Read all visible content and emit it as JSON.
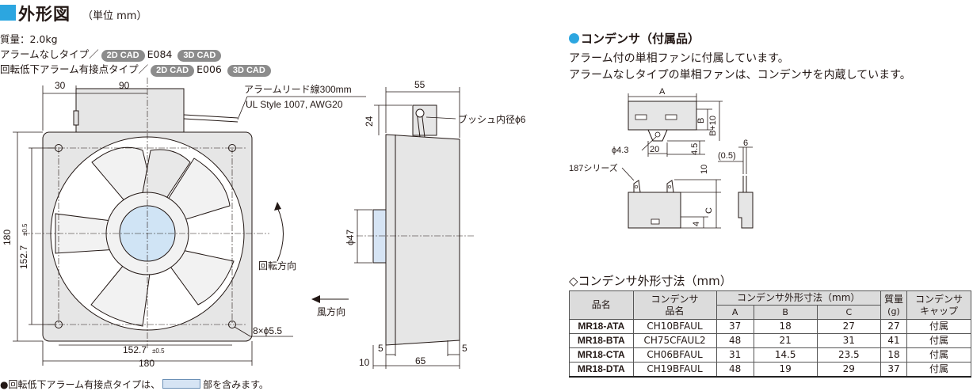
{
  "header": {
    "title": "外形図",
    "unit": "（単位 mm）"
  },
  "info": {
    "mass": "質量：2.0kg",
    "no_alarm_label": "アラームなしタイプ／",
    "no_alarm_code": "E084",
    "alarm_contact_label": "回転低下アラーム有接点タイプ／",
    "alarm_contact_code": "E006",
    "cad_2d": "2D CAD",
    "cad_3d": "3D CAD"
  },
  "front_view": {
    "dim_30": "30",
    "dim_90": "90",
    "dim_180_h": "180",
    "dim_180_v": "180",
    "dim_1527_v": "152.7",
    "dim_1527_h": "152.7",
    "tol": "±0.5",
    "holes": "8×ϕ5.5",
    "lead": "アラームリード線300mm",
    "lead_spec": "UL Style 1007, AWG20",
    "rotation": "回転方向"
  },
  "side_view": {
    "dim_55": "55",
    "dim_24": "24",
    "dim_47": "ϕ47",
    "dim_65": "65",
    "dim_5a": "5",
    "dim_5b": "5",
    "dim_10": "10",
    "bushing": "ブッシュ内径ϕ6",
    "airflow": "風方向"
  },
  "note": {
    "pre": "●回転低下アラーム有接点タイプは、",
    "post": "部を含みます。"
  },
  "capacitor": {
    "title": "コンデンサ（付属品）",
    "line1": "アラーム付の単相ファンに付属しています。",
    "line2": "アラームなしタイプの単相ファンは、コンデンサを内蔵しています。",
    "drawing": {
      "A": "A",
      "B": "B",
      "B10": "B+10",
      "C": "C",
      "d43": "ϕ4.3",
      "d20": "20",
      "d45": "4.5",
      "d10": "10",
      "d4": "4",
      "d6": "6",
      "d05": "(0.5)",
      "series": "187シリーズ"
    }
  },
  "table": {
    "title": "◇コンデンサ外形寸法（mm）",
    "headers": {
      "model": "品名",
      "cap_model_1": "コンデンサ",
      "cap_model_2": "品名",
      "dims": "コンデンサ外形寸法（mm）",
      "a": "A",
      "b": "B",
      "c": "C",
      "mass_1": "質量",
      "mass_2": "(g)",
      "cap_1": "コンデンサ",
      "cap_2": "キャップ"
    },
    "rows": [
      {
        "model": "MR18-ATA",
        "cap": "CH10BFAUL",
        "a": "37",
        "b": "18",
        "c": "27",
        "mass": "27",
        "capcap": "付属"
      },
      {
        "model": "MR18-BTA",
        "cap": "CH75CFAUL2",
        "a": "48",
        "b": "21",
        "c": "31",
        "mass": "41",
        "capcap": "付属"
      },
      {
        "model": "MR18-CTA",
        "cap": "CH06BFAUL",
        "a": "31",
        "b": "14.5",
        "c": "23.5",
        "mass": "18",
        "capcap": "付属"
      },
      {
        "model": "MR18-DTA",
        "cap": "CH19BFAUL",
        "a": "48",
        "b": "19",
        "c": "29",
        "mass": "37",
        "capcap": "付属"
      }
    ]
  }
}
